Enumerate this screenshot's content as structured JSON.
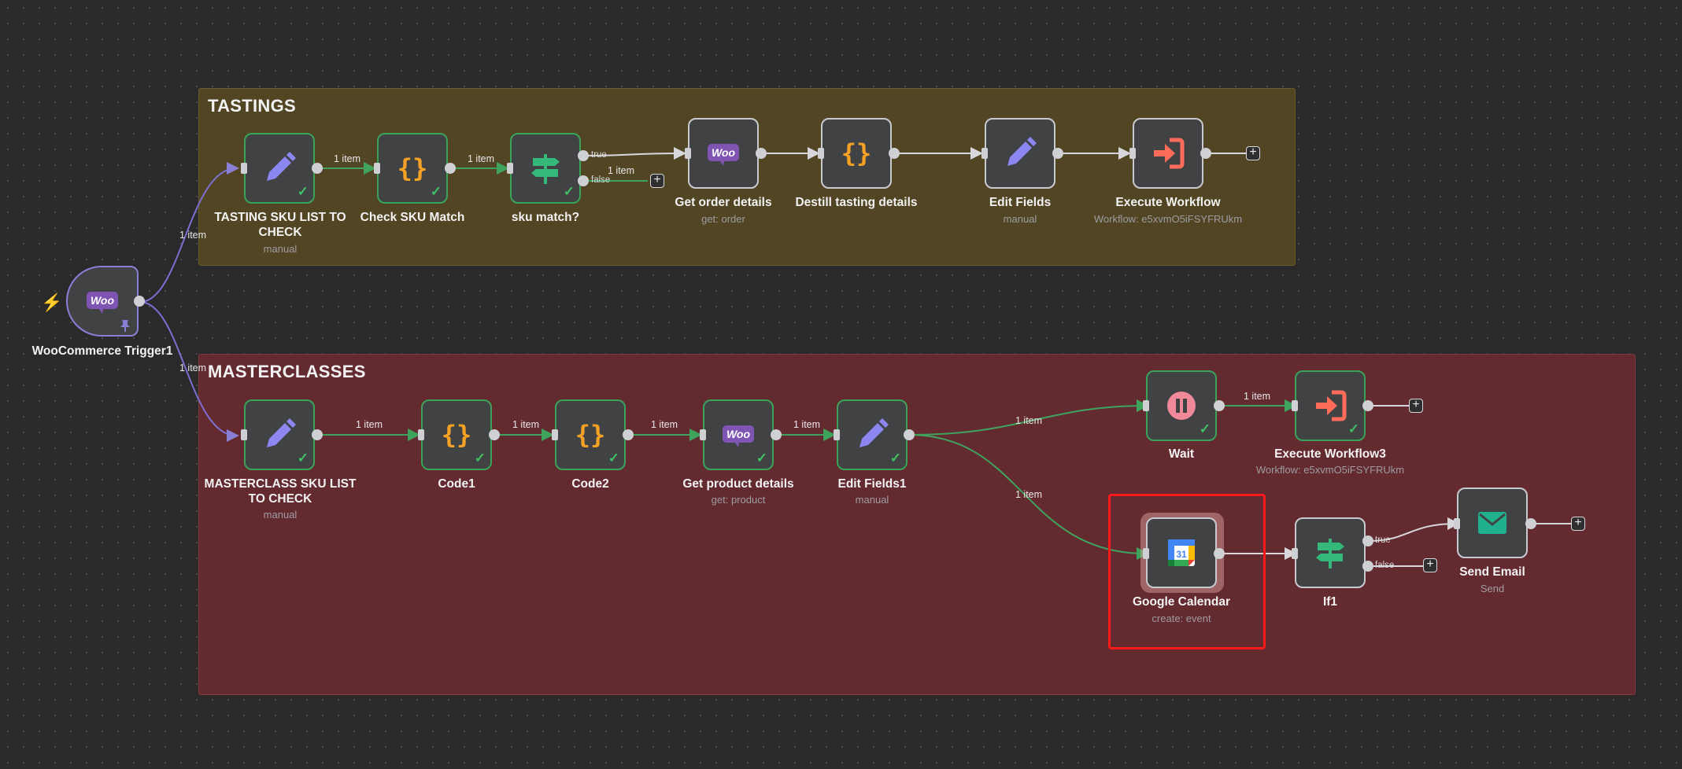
{
  "groups": {
    "tastings": {
      "title": "TASTINGS"
    },
    "masterclasses": {
      "title": "MASTERCLASSES"
    }
  },
  "trigger": {
    "label": "WooCommerce Trigger1",
    "icon": "woocommerce-icon"
  },
  "tastings_nodes": [
    {
      "label": "TASTING SKU LIST TO CHECK",
      "sub": "manual",
      "icon": "pencil-icon"
    },
    {
      "label": "Check SKU Match",
      "sub": "",
      "icon": "code-braces-icon"
    },
    {
      "label": "sku match?",
      "sub": "",
      "icon": "if-signpost-icon"
    },
    {
      "label": "Get order details",
      "sub": "get: order",
      "icon": "woocommerce-icon"
    },
    {
      "label": "Destill tasting details",
      "sub": "",
      "icon": "code-braces-icon"
    },
    {
      "label": "Edit Fields",
      "sub": "manual",
      "icon": "pencil-icon"
    },
    {
      "label": "Execute Workflow",
      "sub": "Workflow: e5xvmO5iFSYFRUkm",
      "icon": "execute-workflow-icon"
    }
  ],
  "master_nodes": [
    {
      "label": "MASTERCLASS SKU LIST TO CHECK",
      "sub": "manual",
      "icon": "pencil-icon"
    },
    {
      "label": "Code1",
      "sub": "",
      "icon": "code-braces-icon"
    },
    {
      "label": "Code2",
      "sub": "",
      "icon": "code-braces-icon"
    },
    {
      "label": "Get product details",
      "sub": "get: product",
      "icon": "woocommerce-icon"
    },
    {
      "label": "Edit Fields1",
      "sub": "manual",
      "icon": "pencil-icon"
    },
    {
      "label": "Wait",
      "sub": "",
      "icon": "pause-icon"
    },
    {
      "label": "Execute Workflow3",
      "sub": "Workflow: e5xvmO5iFSYFRUkm",
      "icon": "execute-workflow-icon"
    },
    {
      "label": "Google Calendar",
      "sub": "create: event",
      "icon": "google-calendar-icon"
    },
    {
      "label": "If1",
      "sub": "",
      "icon": "if-signpost-icon"
    },
    {
      "label": "Send Email",
      "sub": "Send",
      "icon": "email-icon"
    }
  ],
  "connections": {
    "item_label": "1 item",
    "true_label": "true",
    "false_label": "false"
  },
  "icon_text": {
    "woo": "Woo",
    "calendar_day": "31",
    "plus": "+"
  },
  "colors": {
    "success": "#3aa35a",
    "trigger_wire": "#8a7fd6",
    "selection": "#ff1a1a",
    "tastings_bg": "#524524",
    "masterclasses_bg": "#632a2f"
  }
}
